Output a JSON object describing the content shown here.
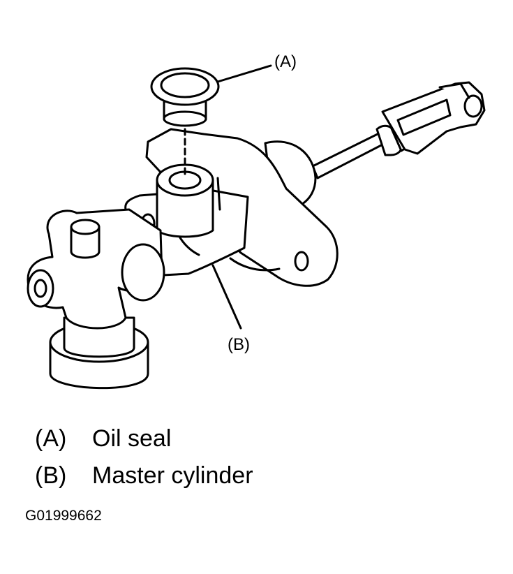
{
  "callouts": {
    "a": "(A)",
    "b": "(B)"
  },
  "legend": [
    {
      "key": "(A)",
      "label": "Oil seal"
    },
    {
      "key": "(B)",
      "label": "Master cylinder"
    }
  ],
  "figure_id": "G01999662",
  "colors": {
    "ink": "#000000",
    "paper": "#ffffff"
  }
}
